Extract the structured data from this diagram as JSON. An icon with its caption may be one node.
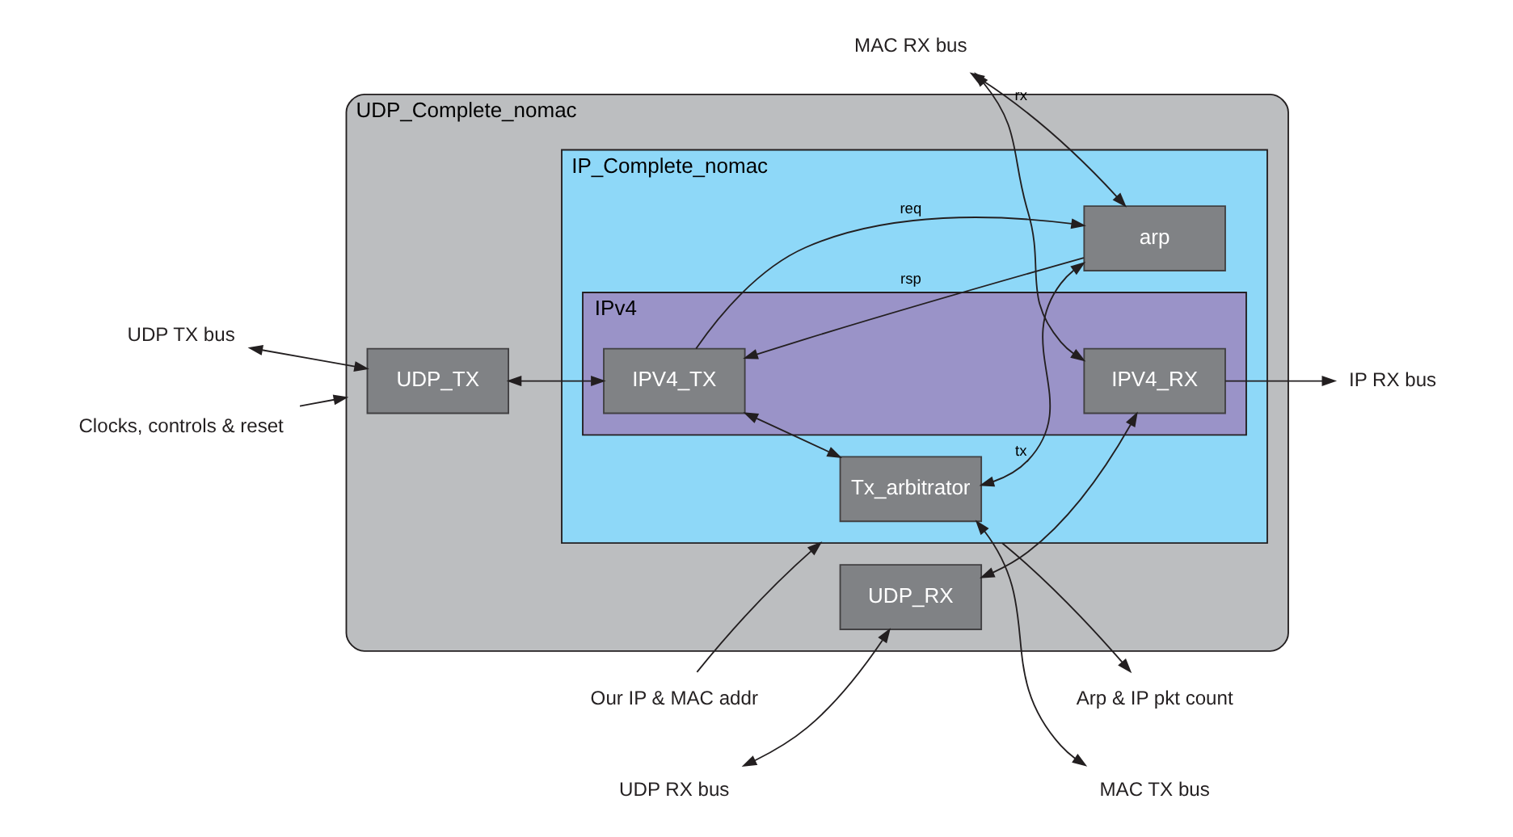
{
  "diagram": {
    "nodes": [
      {
        "text": [
          "UDP_Complete_nomac"
        ]
      },
      {
        "text": [
          "IP_Complete_nomac"
        ],
        "in": 0
      },
      {
        "text": [
          "IPv4"
        ],
        "in": 1
      },
      {
        "text": [
          "UDP_TX"
        ],
        "in": 0
      },
      {
        "text": [
          "UDP_RX"
        ],
        "in": 0
      },
      {
        "text": [
          "IPV4_TX"
        ],
        "in": 2
      },
      {
        "text": [
          "IPV4_RX"
        ],
        "in": 2
      },
      {
        "text": [
          "Tx_arbitrator"
        ],
        "in": 1
      },
      {
        "text": [
          "arp"
        ],
        "in": 1
      },
      {
        "text": [
          "UDP TX bus"
        ]
      },
      {
        "text": [
          "UDP RX bus"
        ]
      },
      {
        "text": [
          "IP RX bus"
        ]
      },
      {
        "text": [
          "MAC TX bus"
        ]
      },
      {
        "text": [
          "MAC RX bus"
        ]
      },
      {
        "text": [
          "Clocks, controls & reset"
        ]
      },
      {
        "text": [
          "Our IP & MAC addr"
        ]
      },
      {
        "text": [
          "Arp & IP pkt count"
        ]
      }
    ],
    "edges": [
      {
        "from": 9,
        "to": 3,
        "arrow": "both"
      },
      {
        "from": 10,
        "to": 4,
        "arrow": "both"
      },
      {
        "from": 3,
        "to": 5,
        "arrow": "both"
      },
      {
        "from": 4,
        "to": 6,
        "arrow": "both"
      },
      {
        "from": 6,
        "to": 11,
        "arrow": "to"
      },
      {
        "from": 5,
        "to": 7,
        "arrow": "both"
      },
      {
        "from": 7,
        "to": 12,
        "arrow": "both"
      },
      {
        "from": 7,
        "to": 8,
        "arrow": "both",
        "label": "tx"
      },
      {
        "from": 5,
        "to": 8,
        "arrow": "to",
        "label": "req"
      },
      {
        "from": 8,
        "to": 5,
        "arrow": "to",
        "label": "rsp"
      },
      {
        "from": 13,
        "to": 6,
        "arrow": "both"
      },
      {
        "from": 13,
        "to": 8,
        "arrow": "both",
        "label": "rx"
      },
      {
        "from": 14,
        "to": 0,
        "arrow": "to"
      },
      {
        "from": 15,
        "to": 1,
        "arrow": "to"
      },
      {
        "from": 1,
        "to": 16,
        "arrow": "to"
      }
    ]
  }
}
